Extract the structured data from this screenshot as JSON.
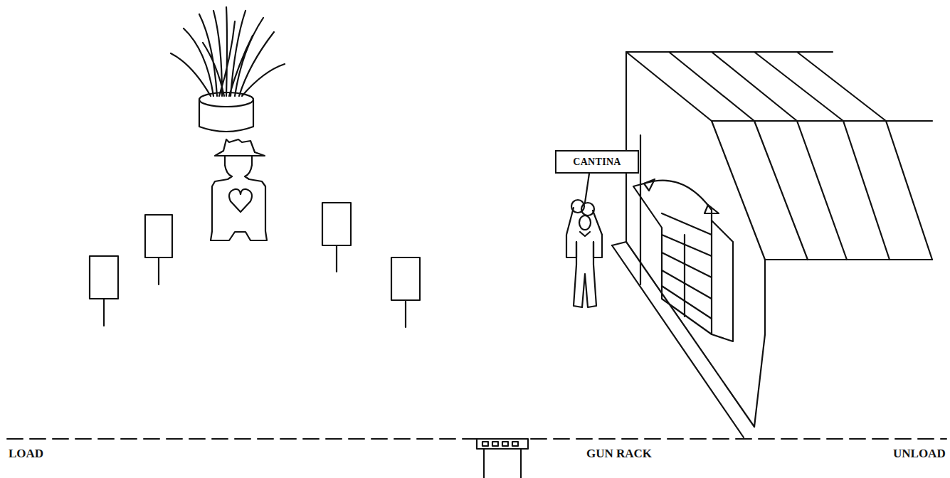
{
  "diagram": {
    "nodes": [
      {
        "text": [
          "CANTINA"
        ]
      }
    ],
    "labels": [
      "LOAD",
      "GUN RACK",
      "UNLOAD"
    ]
  }
}
